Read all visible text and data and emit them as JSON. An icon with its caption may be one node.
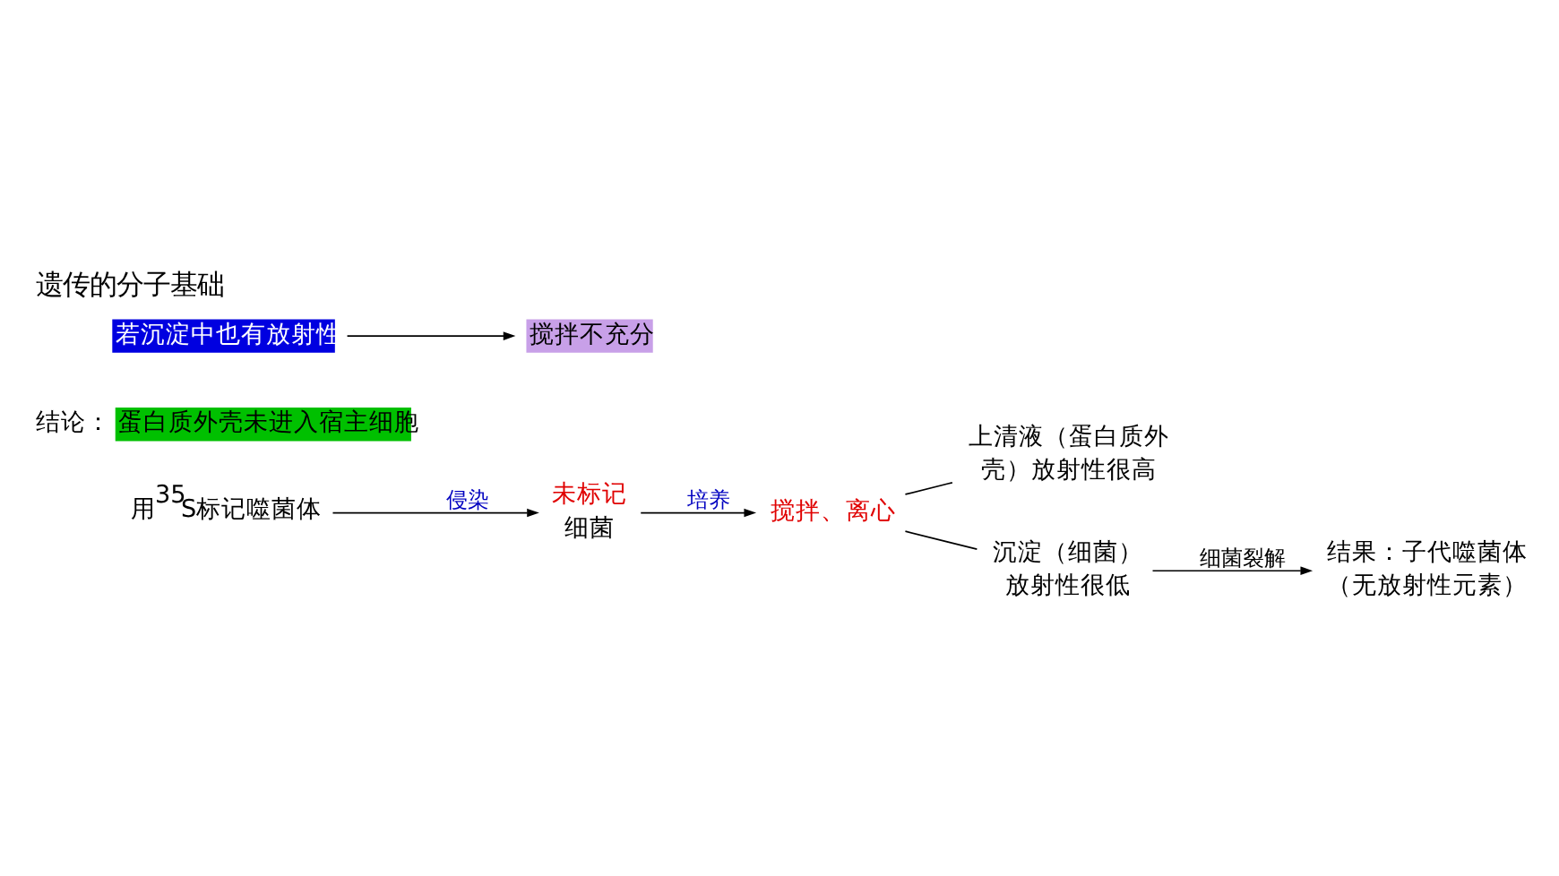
{
  "diagram": {
    "title": "遗传的分子基础",
    "nodes": [
      {
        "text": [
          "用$^{35}$S标记噬菌体"
        ]
      },
      {
        "text": [
          "未标记",
          "细菌"
        ]
      },
      {
        "text": [
          "搅拌、离心"
        ]
      },
      {
        "text": [
          "上清液（蛋白质外壳）放射性很高"
        ]
      },
      {
        "text": [
          "沉淀（细菌）放射性很低"
        ]
      },
      {
        "text": [
          "结果：子代噬菌体（无放射性元素）"
        ]
      },
      {
        "text": [
          "蛋白质外壳未进入宿主细胞"
        ],
        "beside": [
          "结论："
        ]
      },
      {
        "text": [
          "若沉淀中也有放射性"
        ]
      },
      {
        "text": [
          "搅拌不充分"
        ]
      }
    ],
    "edges": [
      {
        "from": 0,
        "to": 1,
        "arrow": "to",
        "label": "侵染"
      },
      {
        "from": 1,
        "to": 2,
        "arrow": "to",
        "label": "培养"
      },
      {
        "from": 2,
        "to": 3,
        "arrow": "none"
      },
      {
        "from": 2,
        "to": 4,
        "arrow": "none"
      },
      {
        "from": 4,
        "to": 5,
        "arrow": "to",
        "label": "细菌裂解"
      },
      {
        "from": 7,
        "to": 8,
        "arrow": "to"
      }
    ]
  }
}
